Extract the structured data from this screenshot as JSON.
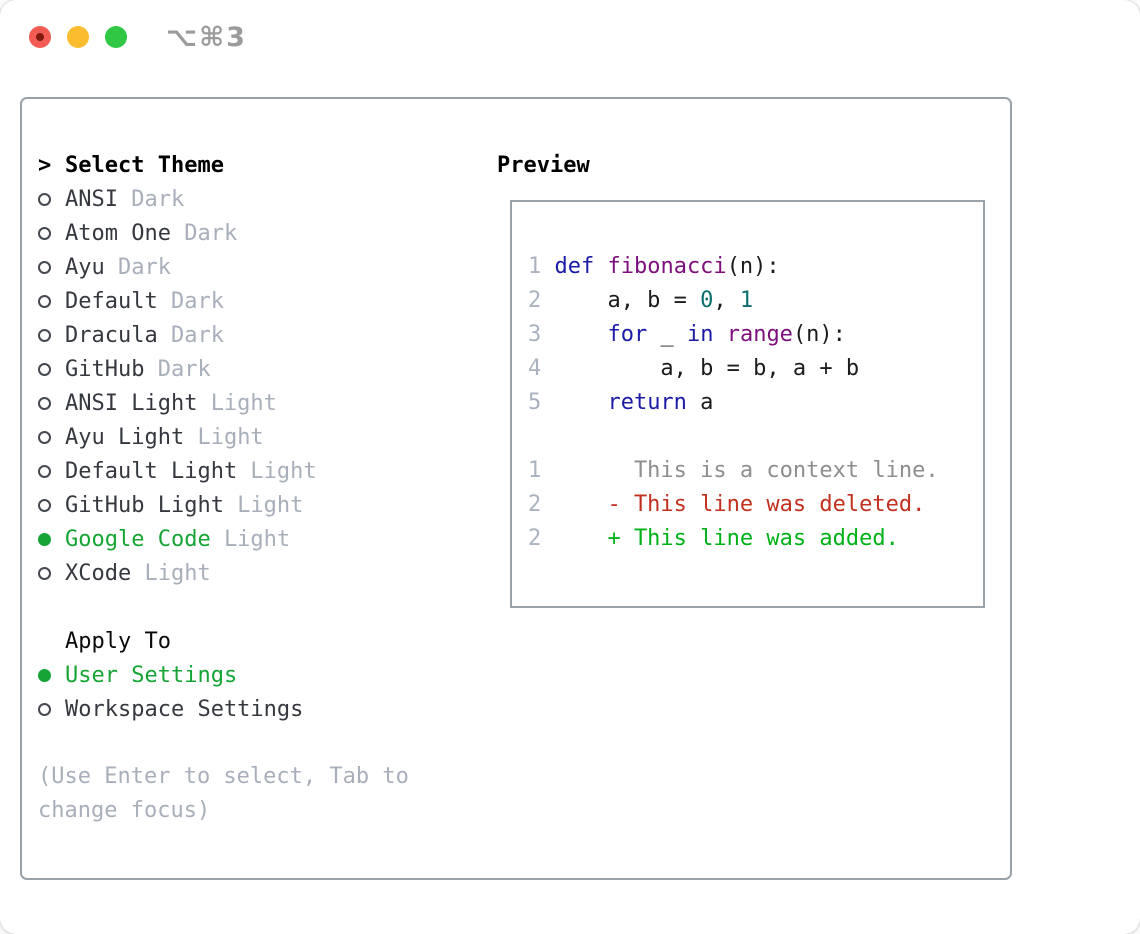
{
  "titlebar": {
    "title": "⌥⌘3"
  },
  "theme_panel": {
    "heading_prefix": ">",
    "heading": "Select Theme",
    "items": [
      {
        "name": "ANSI",
        "variant": "Dark",
        "selected": false
      },
      {
        "name": "Atom One",
        "variant": "Dark",
        "selected": false
      },
      {
        "name": "Ayu",
        "variant": "Dark",
        "selected": false
      },
      {
        "name": "Default",
        "variant": "Dark",
        "selected": false
      },
      {
        "name": "Dracula",
        "variant": "Dark",
        "selected": false
      },
      {
        "name": "GitHub",
        "variant": "Dark",
        "selected": false
      },
      {
        "name": "ANSI Light",
        "variant": "Light",
        "selected": false
      },
      {
        "name": "Ayu Light",
        "variant": "Light",
        "selected": false
      },
      {
        "name": "Default Light",
        "variant": "Light",
        "selected": false
      },
      {
        "name": "GitHub Light",
        "variant": "Light",
        "selected": false
      },
      {
        "name": "Google Code",
        "variant": "Light",
        "selected": true
      },
      {
        "name": "XCode",
        "variant": "Light",
        "selected": false
      }
    ],
    "apply_heading": "Apply To",
    "apply_options": [
      {
        "name": "User Settings",
        "selected": true
      },
      {
        "name": "Workspace Settings",
        "selected": false
      }
    ],
    "help_text": "(Use Enter to select, Tab to change focus)"
  },
  "preview": {
    "heading": "Preview",
    "code_lines": [
      {
        "num": "1",
        "segments": [
          {
            "t": "def",
            "c": "kw"
          },
          {
            "t": " ",
            "c": "pl"
          },
          {
            "t": "fibonacci",
            "c": "fn"
          },
          {
            "t": "(n):",
            "c": "pl"
          }
        ]
      },
      {
        "num": "2",
        "segments": [
          {
            "t": "    a, b = ",
            "c": "pl"
          },
          {
            "t": "0",
            "c": "lit"
          },
          {
            "t": ", ",
            "c": "pl"
          },
          {
            "t": "1",
            "c": "lit"
          }
        ]
      },
      {
        "num": "3",
        "segments": [
          {
            "t": "    ",
            "c": "pl"
          },
          {
            "t": "for",
            "c": "kw"
          },
          {
            "t": " _ ",
            "c": "pl"
          },
          {
            "t": "in",
            "c": "kw"
          },
          {
            "t": " ",
            "c": "pl"
          },
          {
            "t": "range",
            "c": "fn"
          },
          {
            "t": "(n):",
            "c": "pl"
          }
        ]
      },
      {
        "num": "4",
        "segments": [
          {
            "t": "        a, b = b, a + b",
            "c": "pl"
          }
        ]
      },
      {
        "num": "5",
        "segments": [
          {
            "t": "    ",
            "c": "pl"
          },
          {
            "t": "return",
            "c": "kw"
          },
          {
            "t": " a",
            "c": "pl"
          }
        ]
      },
      {
        "num": "",
        "segments": []
      },
      {
        "num": "1",
        "segments": [
          {
            "t": "      This is a context line.",
            "c": "ctx"
          }
        ]
      },
      {
        "num": "2",
        "segments": [
          {
            "t": "    - This line was deleted.",
            "c": "del"
          }
        ]
      },
      {
        "num": "2",
        "segments": [
          {
            "t": "    + This line was added.",
            "c": "add"
          }
        ]
      }
    ]
  },
  "colors": {
    "accent_green": "#16a534",
    "keyword_blue": "#1b1ba5",
    "function_purple": "#7c0f7c",
    "literal_teal": "#0c6e6e",
    "deleted_red": "#c2311f",
    "added_green": "#00b217",
    "context_gray": "#8d8e90"
  }
}
